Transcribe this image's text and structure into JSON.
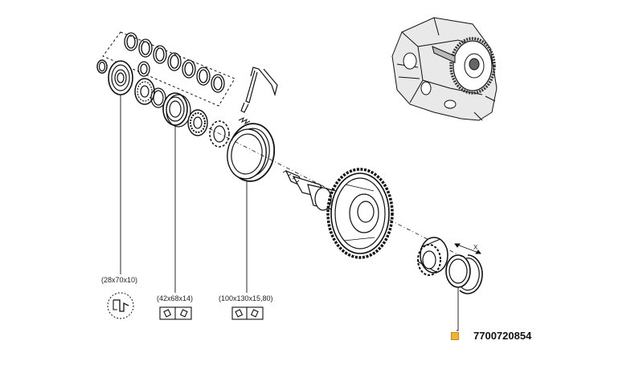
{
  "diagram": {
    "dimension_labels": {
      "seal": "(28x70x10)",
      "bearing_small": "(42x68x14)",
      "bearing_large": "(100x130x15,80)"
    },
    "part_number": "7700720854",
    "marker_color": "#f2b233",
    "dimension_marker": "X"
  }
}
